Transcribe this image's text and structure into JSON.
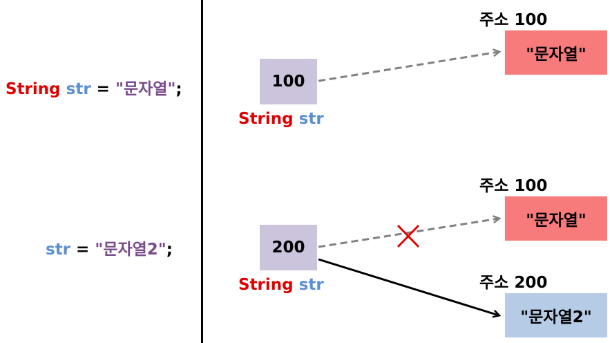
{
  "code": {
    "line1": {
      "type": "String",
      "var": "str",
      "eq": " = ",
      "quote_open": "\"",
      "value": "문자열",
      "quote_close": "\"",
      "semicolon": ";"
    },
    "line2": {
      "var": "str",
      "eq": " = ",
      "quote_open": "\"",
      "value": "문자열2",
      "quote_close": "\"",
      "semicolon": ";"
    }
  },
  "step1": {
    "variable": {
      "value": "100",
      "type": "String",
      "name": "str"
    },
    "address_label": "주소 100",
    "string_value": "\"문자열\""
  },
  "step2": {
    "variable": {
      "value": "200",
      "type": "String",
      "name": "str"
    },
    "old_address_label": "주소 100",
    "old_string_value": "\"문자열\"",
    "new_address_label": "주소 200",
    "new_string_value": "\"문자열2\""
  },
  "colors": {
    "type_keyword": "#e00000",
    "variable_name": "#5b8fd0",
    "string_literal": "#7a4b8c",
    "var_box": "#ccc3dc",
    "old_string_box": "#f77b7b",
    "new_string_box": "#b6cce6",
    "dashed_arrow": "#808080",
    "cross_mark": "#e00000"
  }
}
